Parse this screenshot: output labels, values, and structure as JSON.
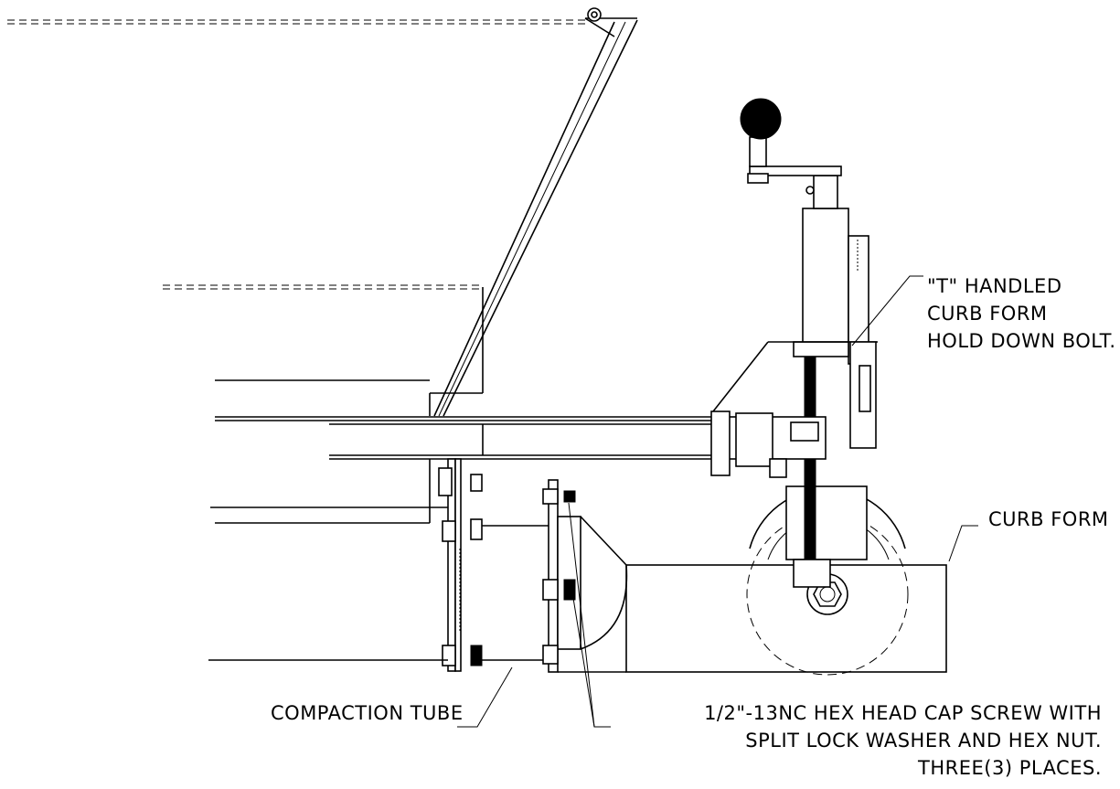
{
  "labels": {
    "t_handled": [
      "\"T\" HANDLED",
      "CURB FORM",
      "HOLD DOWN BOLT."
    ],
    "curb_form": "CURB FORM",
    "compaction_tube": "COMPACTION TUBE",
    "cap_screw": [
      "1/2\"-13NC HEX HEAD CAP SCREW WITH",
      "SPLIT LOCK WASHER AND HEX NUT.",
      "THREE(3) PLACES."
    ]
  }
}
